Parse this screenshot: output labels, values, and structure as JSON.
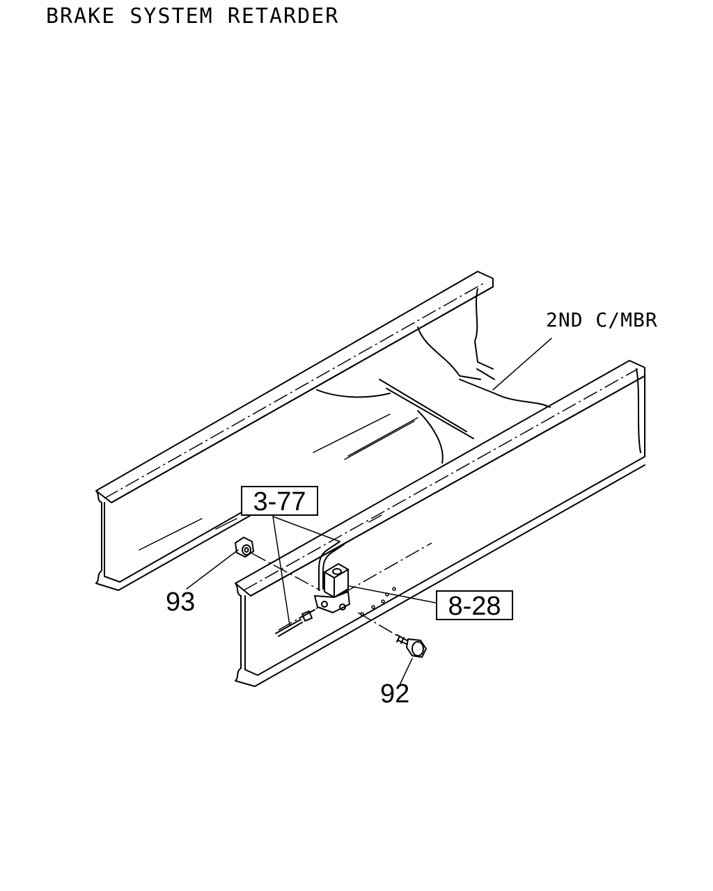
{
  "title": "BRAKE SYSTEM RETARDER",
  "labels": {
    "cross_member": "2ND C/MBR",
    "nut": "93",
    "bolt": "92"
  },
  "references": {
    "pipe_ref": "3-77",
    "valve_ref": "8-28"
  }
}
